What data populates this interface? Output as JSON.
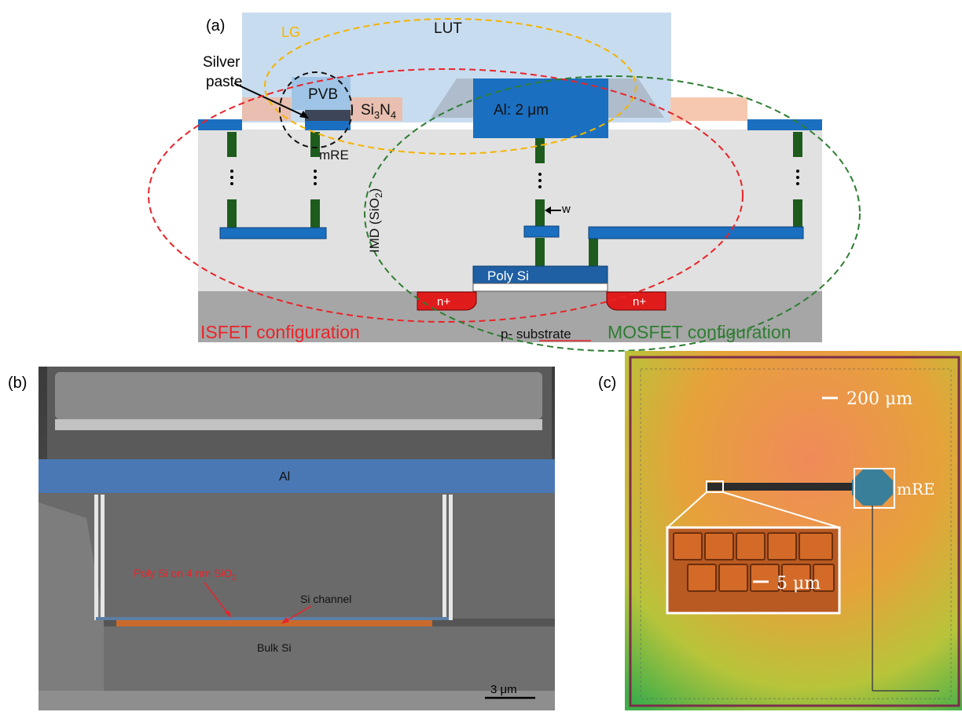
{
  "panel_a": {
    "label": "(a)",
    "lut": "LUT",
    "lg": "LG",
    "silver_paste_line1": "Silver",
    "silver_paste_line2": "paste",
    "pvb": "PVB",
    "si3n4_base": "Si",
    "si3n4_sub3": "3",
    "si3n4_n": "N",
    "si3n4_sub4": "4",
    "al_thickness": "Al: 2 μm",
    "mre": "mRE",
    "imd_base": "IMD (SiO",
    "imd_sub": "2",
    "imd_close": ")",
    "w": "w",
    "poly_si": "Poly Si",
    "n_plus_left": "n+",
    "n_plus_right": "n+",
    "isfet": "ISFET configuration",
    "substrate": "p- substrate",
    "mosfet": "MOSFET configuration",
    "colors": {
      "isfet": "#e8242a",
      "mosfet": "#2e7d32",
      "lg": "#f4b400",
      "metal": "#1a6fc0",
      "via": "#1e5c1e",
      "n_plus": "#e01b1b"
    }
  },
  "panel_b": {
    "label": "(b)",
    "al": "Al",
    "poly_si_base": "Poly Si on 4 nm SiO",
    "poly_si_sub": "2",
    "si_channel": "Si channel",
    "bulk_si": "Bulk Si",
    "scale": "3 μm"
  },
  "panel_c": {
    "label": "(c)",
    "scale_large": "200 μm",
    "mre": "mRE",
    "scale_small": "5 μm"
  }
}
